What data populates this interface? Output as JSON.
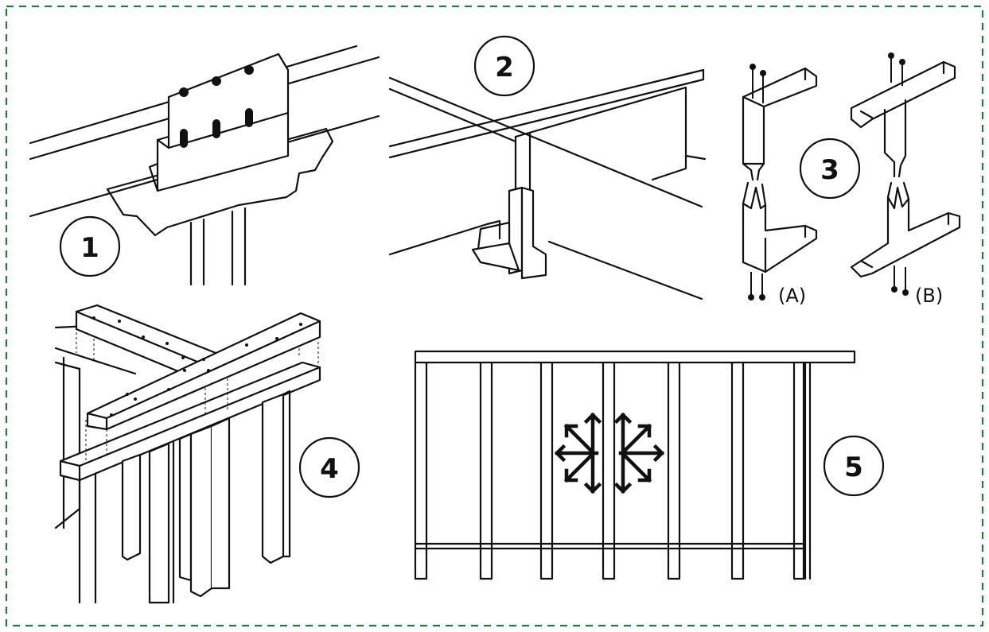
{
  "frame": {
    "border_color": "#1e7b3c"
  },
  "panels": [
    {
      "number": "1",
      "name": "splice-plate-on-top-plate"
    },
    {
      "number": "2",
      "name": "stud-tie-connector"
    },
    {
      "number": "3",
      "name": "nailed-plate-corners",
      "labels": [
        "(A)",
        "(B)"
      ]
    },
    {
      "number": "4",
      "name": "overlapping-double-top-plate"
    },
    {
      "number": "5",
      "name": "wall-frame-expansion"
    }
  ],
  "colors": {
    "line": "#111111",
    "background": "#ffffff"
  },
  "icons": [
    "nail-icon",
    "arrow-burst-icon"
  ]
}
